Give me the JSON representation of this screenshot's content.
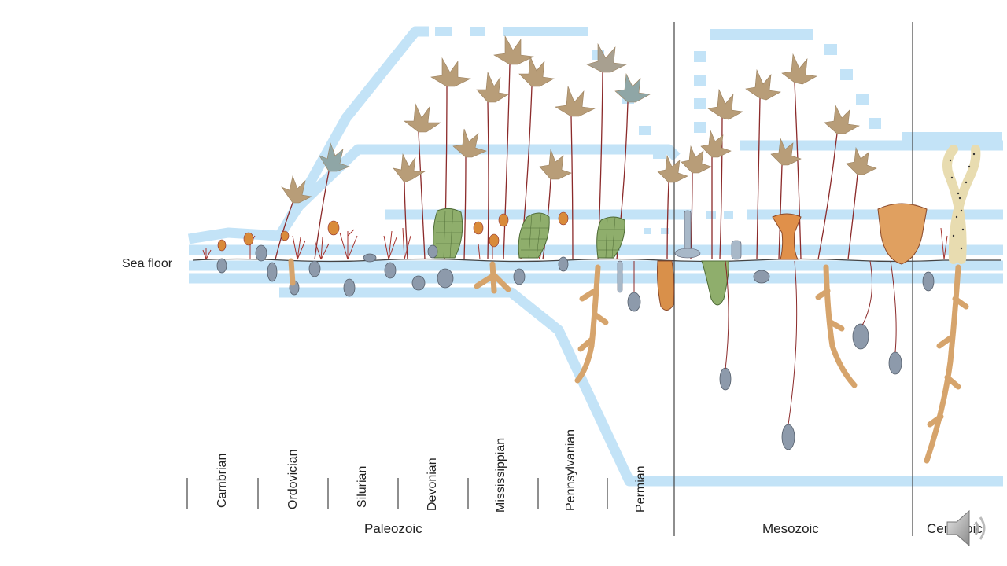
{
  "labels": {
    "sea_floor": "Sea floor"
  },
  "periods": [
    "Cambrian",
    "Ordovician",
    "Silurian",
    "Devonian",
    "Mississippian",
    "Pennsylvanian",
    "Permian"
  ],
  "eras": [
    "Paleozoic",
    "Mesozoic",
    "Cenozoic"
  ],
  "icons": {
    "speaker": "speaker-icon"
  },
  "colors": {
    "band": "#c3e3f7",
    "stem": "#8b2a2a",
    "frond": "#b89d78",
    "frond_teal": "#7fb0b0",
    "shell": "#8d9aab",
    "burrow": "#d6a46c",
    "green": "#6e9a52",
    "orange": "#d98b3a"
  }
}
